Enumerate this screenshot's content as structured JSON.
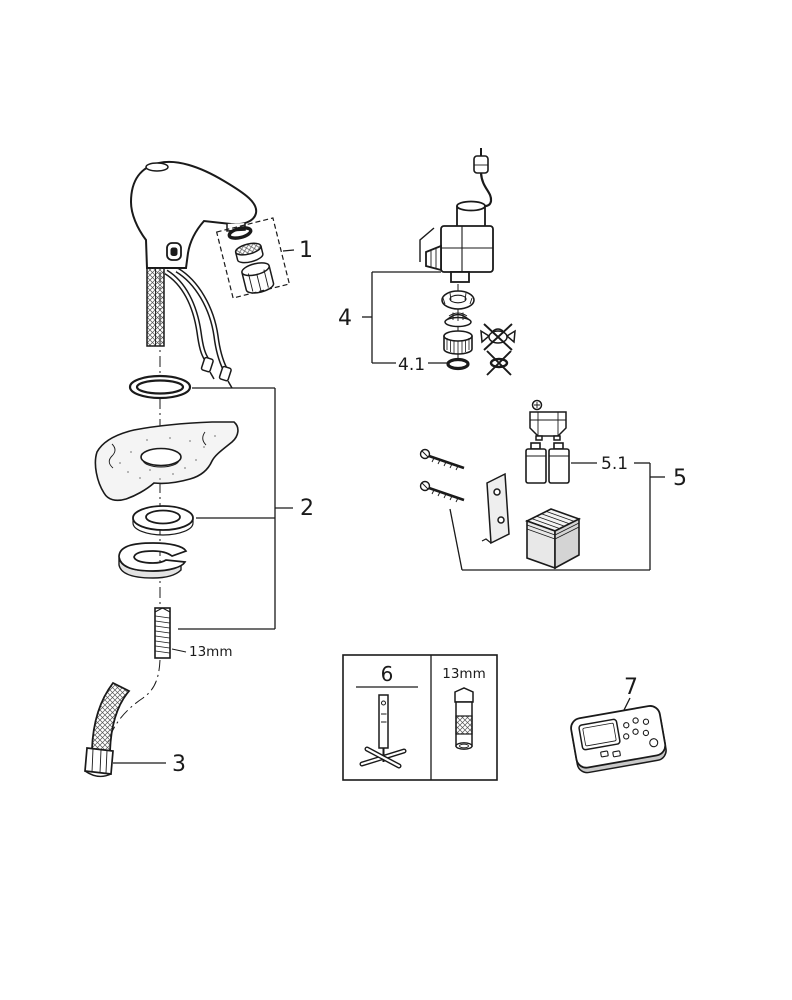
{
  "colors": {
    "ink": "#1a1a1a",
    "background": "#ffffff",
    "shade_light": "#f4f4f4",
    "shade_mid": "#e3e3e3",
    "shade_dark": "#c8c8c8"
  },
  "diagram": {
    "callouts": {
      "c1": "1",
      "c2": "2",
      "c3": "3",
      "c4": "4",
      "c4_1": "4.1",
      "c5": "5",
      "c5_1": "5.1",
      "c6": "6",
      "c7": "7"
    },
    "annotations": {
      "stud_wrench_size": "13mm",
      "tool_socket_size": "13mm"
    }
  }
}
